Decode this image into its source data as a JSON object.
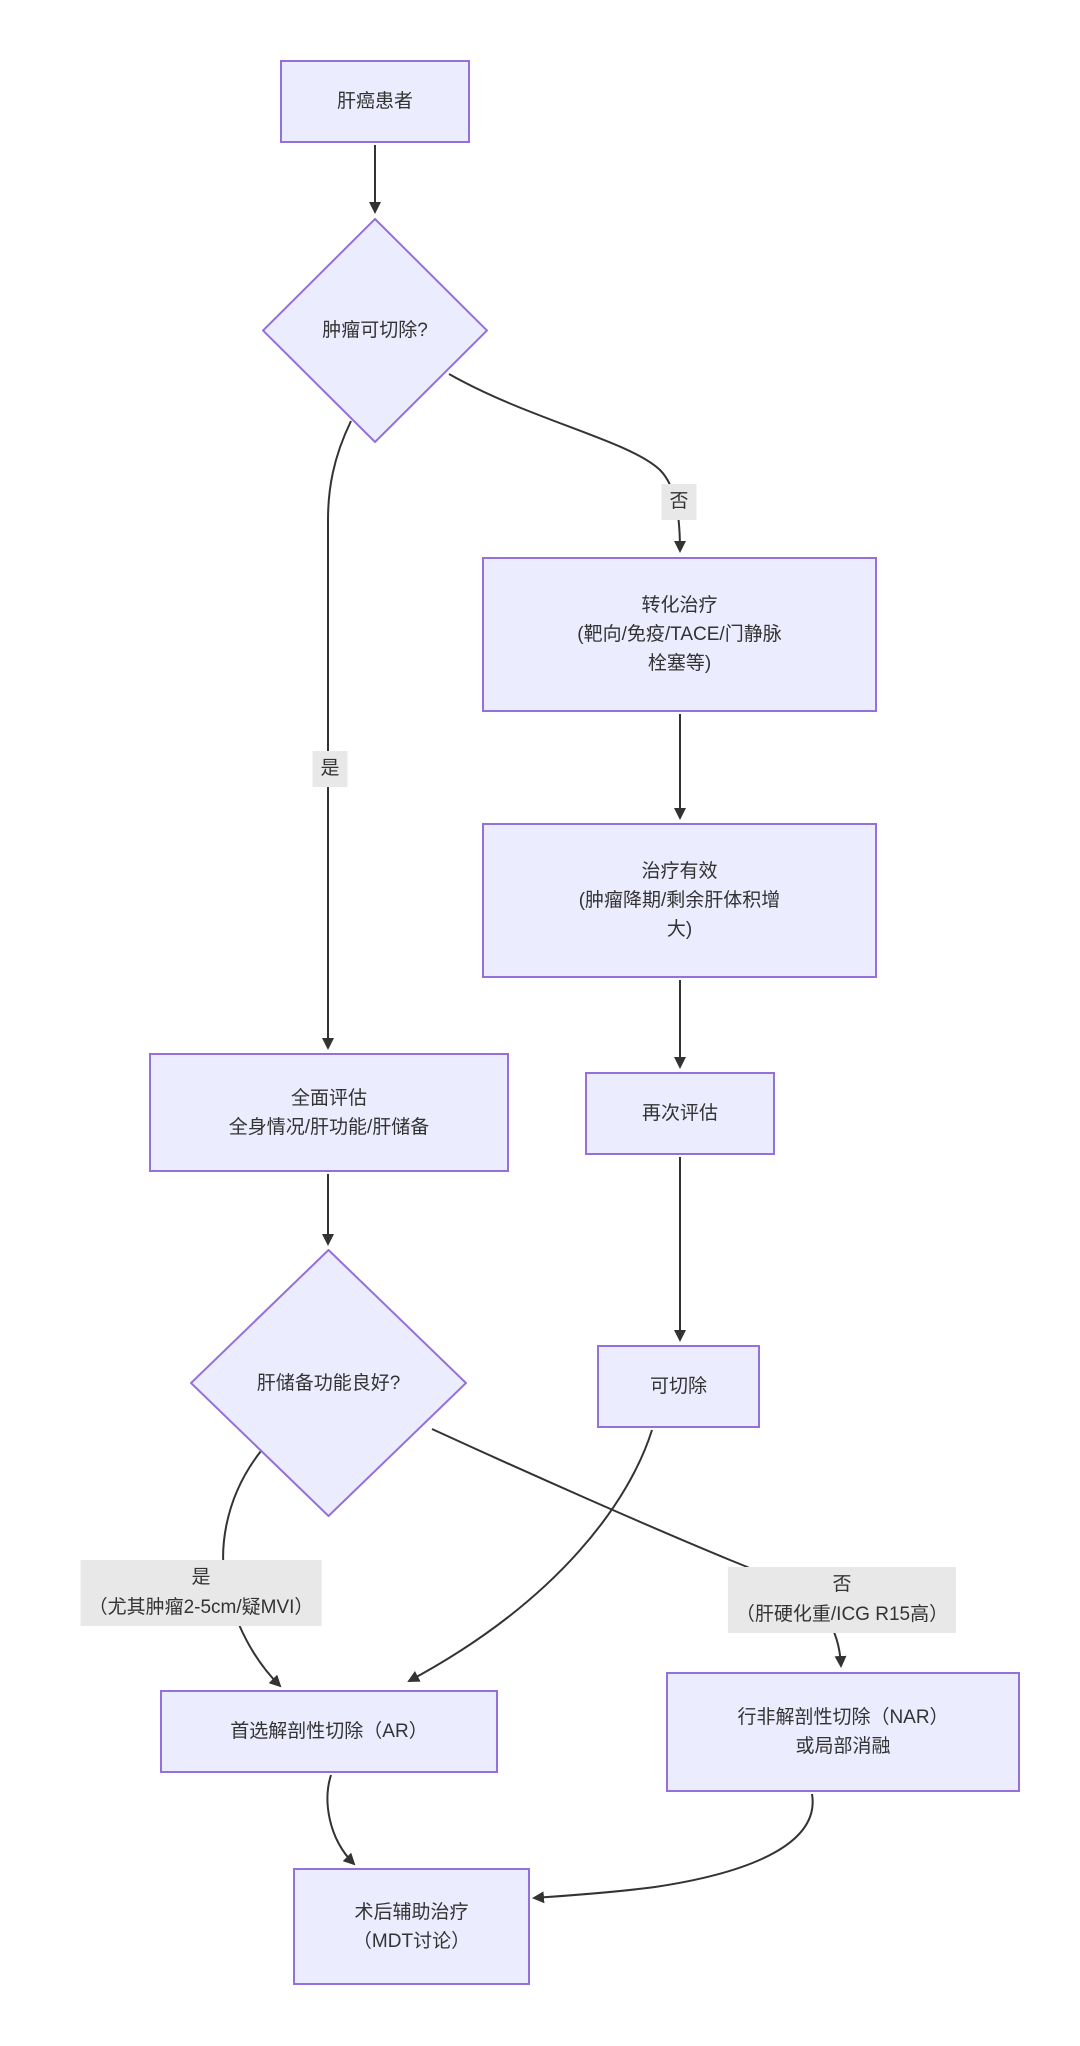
{
  "diagram": {
    "colors": {
      "canvas_bg": "#ffffff",
      "node_fill": "#ECECFF",
      "node_border": "#9370DB",
      "edge_color": "#333333",
      "label_bg": "#e8e8e8",
      "text_color": "#333333"
    },
    "nodes": {
      "patient": {
        "lines": [
          "肝癌患者"
        ]
      },
      "resectable_q": {
        "lines": [
          "肿瘤可切除?"
        ]
      },
      "conversion": {
        "lines": [
          "转化治疗",
          "(靶向/免疫/TACE/门静脉",
          "栓塞等)"
        ]
      },
      "effective": {
        "lines": [
          "治疗有效",
          "(肿瘤降期/剩余肝体积增",
          "大)"
        ]
      },
      "reassess": {
        "lines": [
          "再次评估"
        ]
      },
      "resectable": {
        "lines": [
          "可切除"
        ]
      },
      "assessment": {
        "lines": [
          "全面评估",
          "全身情况/肝功能/肝储备"
        ]
      },
      "reserve_q": {
        "lines": [
          "肝储备功能良好?"
        ]
      },
      "ar": {
        "lines": [
          "首选解剖性切除（AR）"
        ]
      },
      "nar": {
        "lines": [
          "行非解剖性切除（NAR）",
          "或局部消融"
        ]
      },
      "adjuvant": {
        "lines": [
          "术后辅助治疗",
          "（MDT讨论）"
        ]
      }
    },
    "edge_labels": {
      "no_top": {
        "lines": [
          "否"
        ]
      },
      "yes_left": {
        "lines": [
          "是"
        ]
      },
      "yes_detail": {
        "lines": [
          "是",
          "（尤其肿瘤2-5cm/疑MVI）"
        ]
      },
      "no_detail": {
        "lines": [
          "否",
          "（肝硬化重/ICG R15高）"
        ]
      }
    }
  }
}
